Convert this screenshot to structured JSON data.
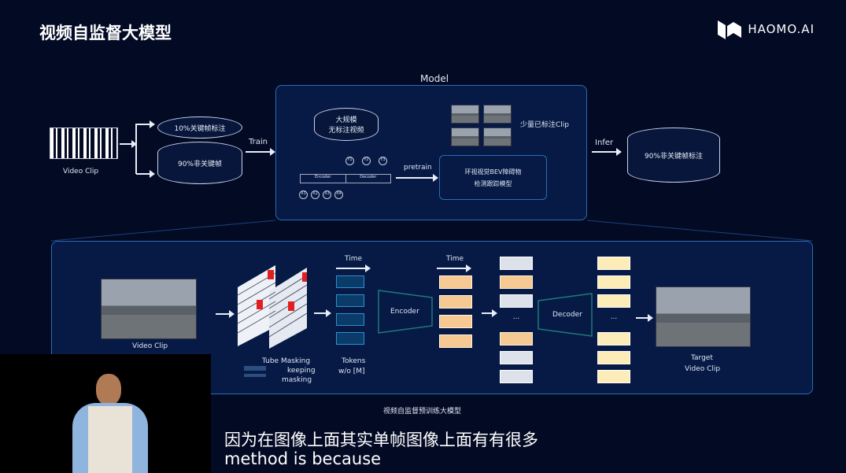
{
  "slide": {
    "title": "视频自监督大模型",
    "logo_text": "HAOMO.AI",
    "caption": "视频自监督预训练大模型"
  },
  "top_flow": {
    "video_clip": "Video Clip",
    "db_top": "10%关键帧标注",
    "db_bottom": "90%非关键帧",
    "train": "Train",
    "model_title": "Model",
    "unlabeled_db": [
      "大规模",
      "无标注视频"
    ],
    "encoder": "Encoder",
    "decoder": "Decoder",
    "inputs": [
      "X1",
      "X2",
      "X3",
      "X4"
    ],
    "outputs": [
      "Y1",
      "Y2",
      "Y3"
    ],
    "pretrain": "pretrain",
    "labeled_clip": "少量已标注Clip",
    "bev_model": [
      "环视视觉BEV障碍物",
      "检测跟踪模型"
    ],
    "infer": "Infer",
    "result_db": "90%非关键帧标注"
  },
  "bottom_flow": {
    "video_clip": "Video Clip",
    "tube_masking": "Tube Masking",
    "keeping": "keeping",
    "masking": "masking",
    "time1": "Time",
    "time2": "Time",
    "tokens": "Tokens",
    "tokens_sub": "w/o [M]",
    "encoder": "Encoder",
    "decoder": "Decoder",
    "ellipsis": "...",
    "target": "Target",
    "target_sub": "Video Clip"
  },
  "subtitles": {
    "line1": "因为在图像上面其实单帧图像上面有有很多",
    "line2": "method is because"
  }
}
